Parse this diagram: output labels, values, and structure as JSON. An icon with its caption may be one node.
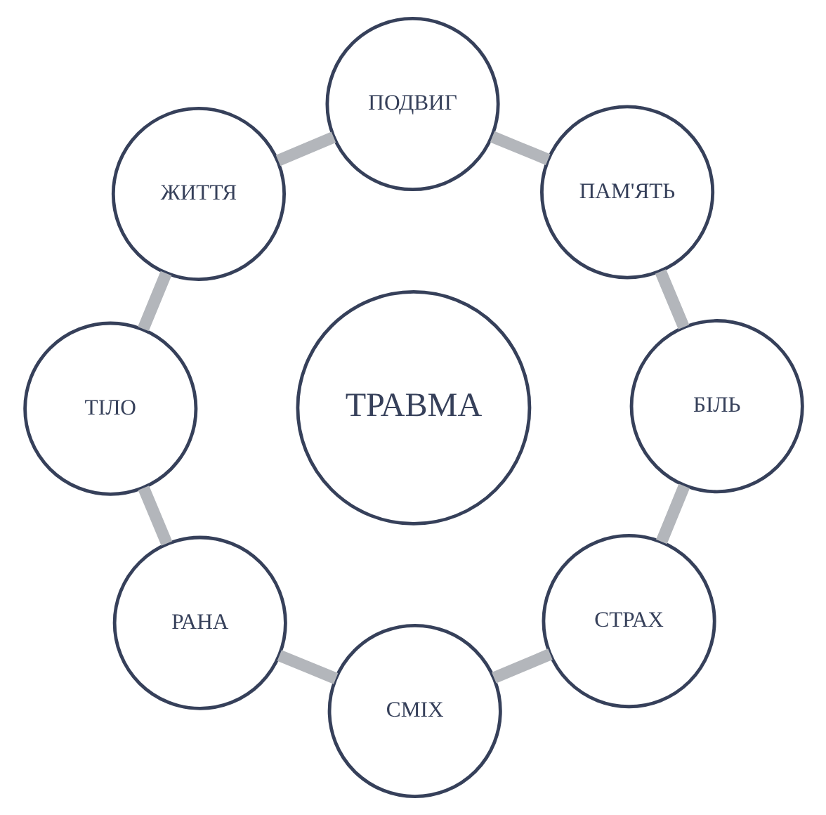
{
  "diagram": {
    "nodes": [
      {
        "text": [
          "ТРАВМА"
        ]
      },
      {
        "text": [
          "БІЛЬ"
        ]
      },
      {
        "text": [
          "ПАМ'ЯТЬ"
        ]
      },
      {
        "text": [
          "ПОДВИГ"
        ]
      },
      {
        "text": [
          "ЖИТТЯ"
        ]
      },
      {
        "text": [
          "ТІЛО"
        ]
      },
      {
        "text": [
          "РАНА"
        ]
      },
      {
        "text": [
          "СМІХ"
        ]
      },
      {
        "text": [
          "СТРАХ"
        ]
      }
    ],
    "edges": [
      {
        "from": 1,
        "to": 2,
        "arrow": "none"
      },
      {
        "from": 2,
        "to": 3,
        "arrow": "none"
      },
      {
        "from": 3,
        "to": 4,
        "arrow": "none"
      },
      {
        "from": 4,
        "to": 5,
        "arrow": "none"
      },
      {
        "from": 5,
        "to": 6,
        "arrow": "none"
      },
      {
        "from": 6,
        "to": 7,
        "arrow": "none"
      },
      {
        "from": 7,
        "to": 8,
        "arrow": "none"
      },
      {
        "from": 8,
        "to": 1,
        "arrow": "none"
      }
    ]
  }
}
